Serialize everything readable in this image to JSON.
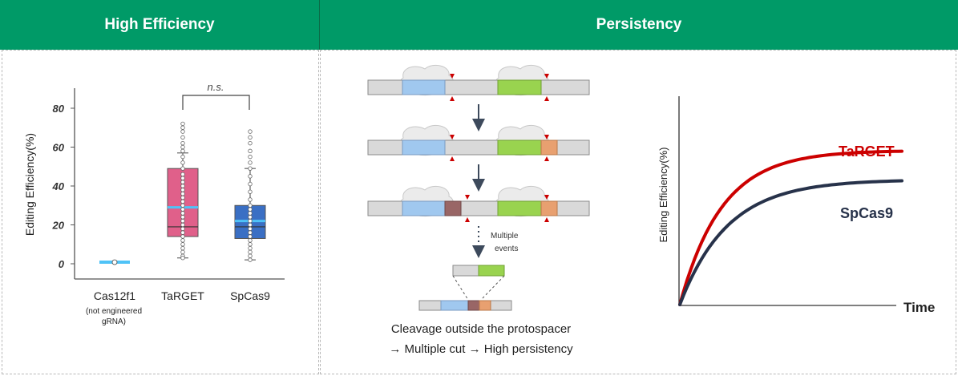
{
  "headers": {
    "left": "High Efficiency",
    "right": "Persistency"
  },
  "box_chart": {
    "chart_data": {
      "type": "box",
      "ylabel": "Editing Efficiency(%)",
      "ylim": [
        -6,
        92
      ],
      "y_ticks": [
        "0",
        "20",
        "40",
        "60",
        "80"
      ],
      "y_tick_values": [
        0,
        20,
        40,
        60,
        80
      ],
      "categories": [
        "Cas12f1",
        "TaRGET",
        "SpCas9"
      ],
      "category_sublabels": [
        "(not engineered",
        "gRNA)"
      ],
      "significance_label": "n.s.",
      "series": [
        {
          "category": "Cas12f1",
          "min": 0.8,
          "q1": 0.8,
          "median": 0.8,
          "q3": 0.8,
          "max": 0.8,
          "mean": 0.8,
          "points": [
            0.8
          ]
        },
        {
          "category": "TaRGET",
          "min": 3,
          "q1": 14,
          "median": 19,
          "q3": 49,
          "max": 57,
          "mean": 29,
          "points": [
            72,
            70,
            68,
            65,
            62,
            60,
            58,
            55,
            52,
            49,
            46,
            44,
            42,
            40,
            38,
            36,
            34,
            32,
            30,
            28,
            26,
            24,
            22,
            20,
            18,
            16,
            14,
            12,
            10,
            8,
            6,
            4,
            3
          ]
        },
        {
          "category": "SpCas9",
          "min": 2,
          "q1": 13,
          "median": 19,
          "q3": 30,
          "max": 49,
          "mean": 22,
          "points": [
            68,
            65,
            62,
            58,
            55,
            52,
            49,
            45,
            41,
            37,
            33,
            30,
            28,
            26,
            24,
            22,
            20,
            18,
            16,
            14,
            12,
            10,
            8,
            6,
            4,
            2
          ]
        }
      ],
      "colors": {
        "Cas12f1": "#4fc3f7",
        "TaRGET": "#e0608a",
        "SpCas9": "#3a6fc4",
        "mean_line": "#4fc3f7"
      }
    }
  },
  "diagram": {
    "label_multiple": "Multiple",
    "label_events": "events",
    "caption_line1": "Cleavage outside the protospacer",
    "caption_line2": "→ Multiple cut → High persistency",
    "colors": {
      "dna": "#d9d9d9",
      "blue": "#a0c8ef",
      "green": "#99d34f",
      "orange": "#e8a070",
      "brown": "#996666",
      "cut": "#cc0000",
      "arrow": "#3d4a5c",
      "cloud": "#ebebeb"
    }
  },
  "curve_chart": {
    "chart_data": {
      "type": "line",
      "ylabel": "Editing Efficiency(%)",
      "xlabel": "Time",
      "series": [
        {
          "name": "TaRGET",
          "color": "#cc0000",
          "plateau": 0.74,
          "rate": 3.3
        },
        {
          "name": "SpCas9",
          "color": "#27324a",
          "plateau": 0.6,
          "rate": 2.9
        }
      ]
    }
  }
}
